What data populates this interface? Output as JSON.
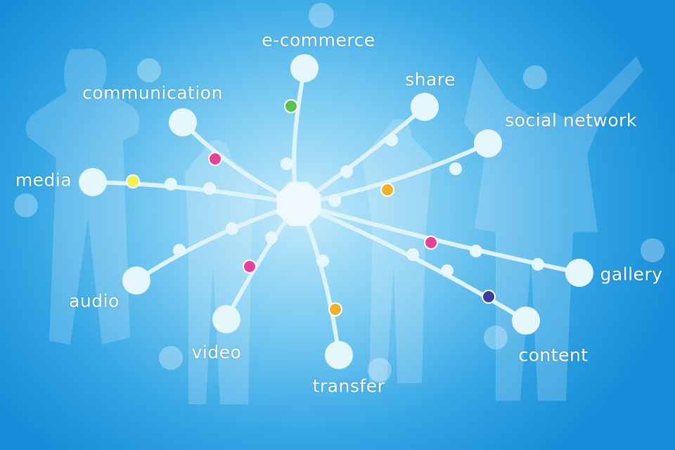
{
  "labels": {
    "ecommerce": "e-commerce",
    "share": "share",
    "social_network": "social network",
    "gallery": "gallery",
    "content": "content",
    "transfer": "transfer",
    "video": "video",
    "audio": "audio",
    "media": "media",
    "communication": "communication"
  },
  "colors": {
    "line": "#dff3fc",
    "yellow": "#f4f04a",
    "pink": "#e8409a",
    "green": "#55c24a",
    "orange": "#f2b02a",
    "navy": "#3a3f9a"
  }
}
